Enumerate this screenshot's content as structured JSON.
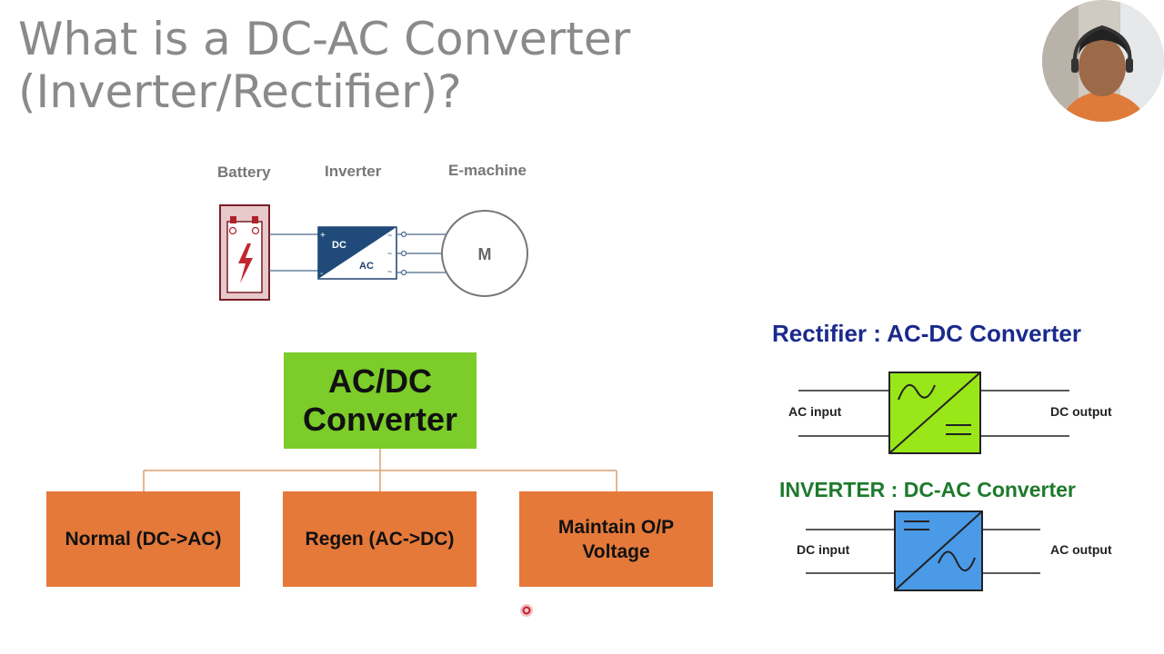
{
  "title": {
    "line1": "What is a DC-AC Converter",
    "line2": "(Inverter/Rectifier)?"
  },
  "top_diagram": {
    "battery_label": "Battery",
    "inverter_label": "Inverter",
    "emachine_label": "E-machine",
    "dc_text": "DC",
    "ac_text": "AC",
    "motor_text": "M"
  },
  "tree": {
    "root": "AC/DC Converter",
    "root_line1": "AC/DC",
    "root_line2": "Converter",
    "children": [
      {
        "label": "Normal (DC->AC)"
      },
      {
        "label": "Regen (AC->DC)"
      },
      {
        "label_line1": "Maintain O/P",
        "label_line2": "Voltage"
      }
    ]
  },
  "rectifier": {
    "title": "Rectifier : AC-DC Converter",
    "input": "AC input",
    "output": "DC output"
  },
  "inverter": {
    "title": "INVERTER : DC-AC Converter",
    "input": "DC input",
    "output": "AC output"
  },
  "colors": {
    "title_gray": "#8a8a8a",
    "green_box": "#7ccc2a",
    "orange_box": "#e5793a",
    "rectifier_block": "#99e619",
    "inverter_block": "#4a9ae8",
    "rectifier_title": "#1a2a8c",
    "inverter_title": "#1d7a2c"
  }
}
